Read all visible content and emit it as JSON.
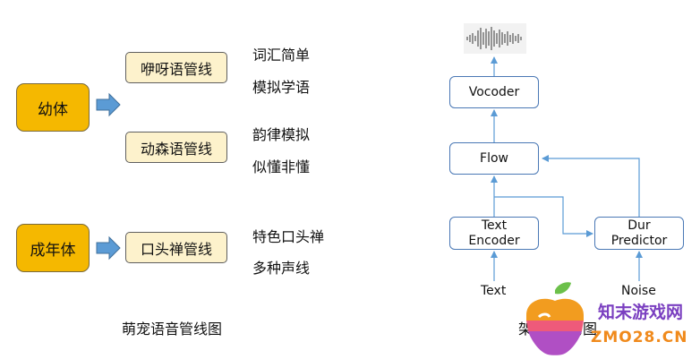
{
  "left_diagram": {
    "stages": [
      {
        "label": "幼体"
      },
      {
        "label": "成年体"
      }
    ],
    "pipelines": [
      {
        "label": "咿呀语管线",
        "features": [
          "词汇简单",
          "模拟学语"
        ]
      },
      {
        "label": "动森语管线",
        "features": [
          "韵律模拟",
          "似懂非懂"
        ]
      },
      {
        "label": "口头禅管线",
        "features": [
          "特色口头禅",
          "多种声线"
        ]
      }
    ],
    "caption": "萌宠语音管线图"
  },
  "right_diagram": {
    "nodes": {
      "vocoder": "Vocoder",
      "flow": "Flow",
      "text_encoder": "Text\nEncoder",
      "dur_predictor": "Dur\nPredictor"
    },
    "inputs": {
      "text": "Text",
      "noise": "Noise"
    },
    "output_icon": "waveform-icon",
    "caption_partial": "架",
    "caption_tail": "构图"
  },
  "watermark": {
    "site_name": "知末游戏网",
    "domain": "ZMO28.CN",
    "icon": "apple-logo-icon"
  },
  "colors": {
    "stage_fill": "#f5b800",
    "pipeline_fill": "#fdf2cc",
    "arrow_fill": "#5b9bd5",
    "arch_border": "#4a78b5",
    "watermark_purple": "#7a3fc0",
    "watermark_orange": "#f08a1c"
  }
}
